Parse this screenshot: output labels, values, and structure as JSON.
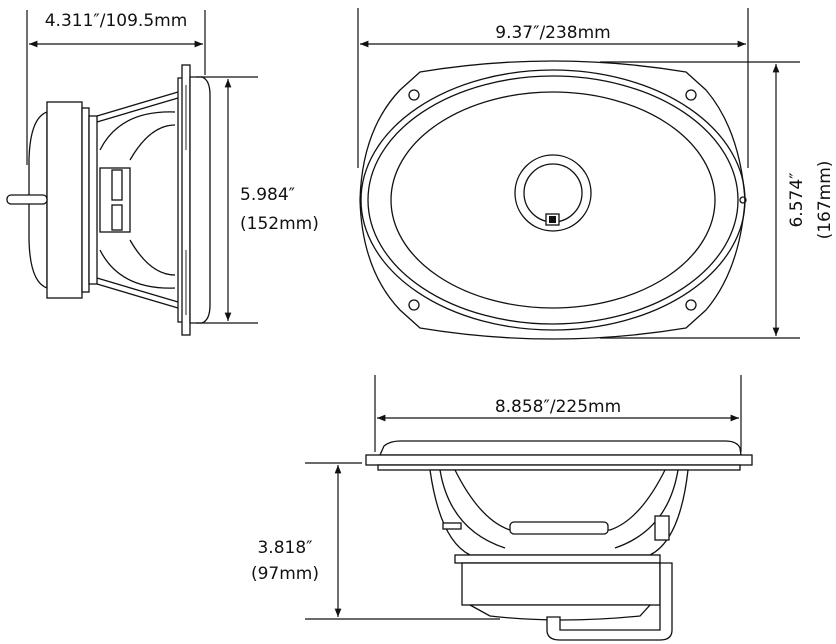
{
  "title": "9x6 coaxial speaker dimension drawing",
  "views": {
    "side": {
      "depth_label": "4.311″/109.5mm",
      "height_label_line1": "5.984″",
      "height_label_line2": "(152mm)"
    },
    "front": {
      "width_label": "9.37″/238mm",
      "height_label_line1": "6.574″",
      "height_label_line2": "(167mm)"
    },
    "bottom": {
      "width_label": "8.858″/225mm",
      "depth_label_line1": "3.818″",
      "depth_label_line2": "(97mm)"
    }
  }
}
